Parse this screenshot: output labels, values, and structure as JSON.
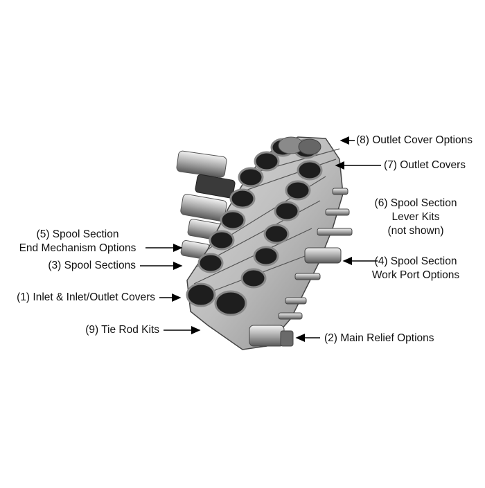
{
  "callouts": {
    "c8": "(8) Outlet Cover Options",
    "c7": "(7) Outlet Covers",
    "c6": [
      "(6) Spool Section",
      "Lever Kits",
      "(not shown)"
    ],
    "c5": [
      "(5) Spool Section",
      "End Mechanism Options"
    ],
    "c4": [
      "(4) Spool Section",
      "Work Port Options"
    ],
    "c3": "(3) Spool Sections",
    "c1": "(1) Inlet & Inlet/Outlet Covers",
    "c9": "(9) Tie Rod Kits",
    "c2": "(2) Main Relief Options"
  }
}
